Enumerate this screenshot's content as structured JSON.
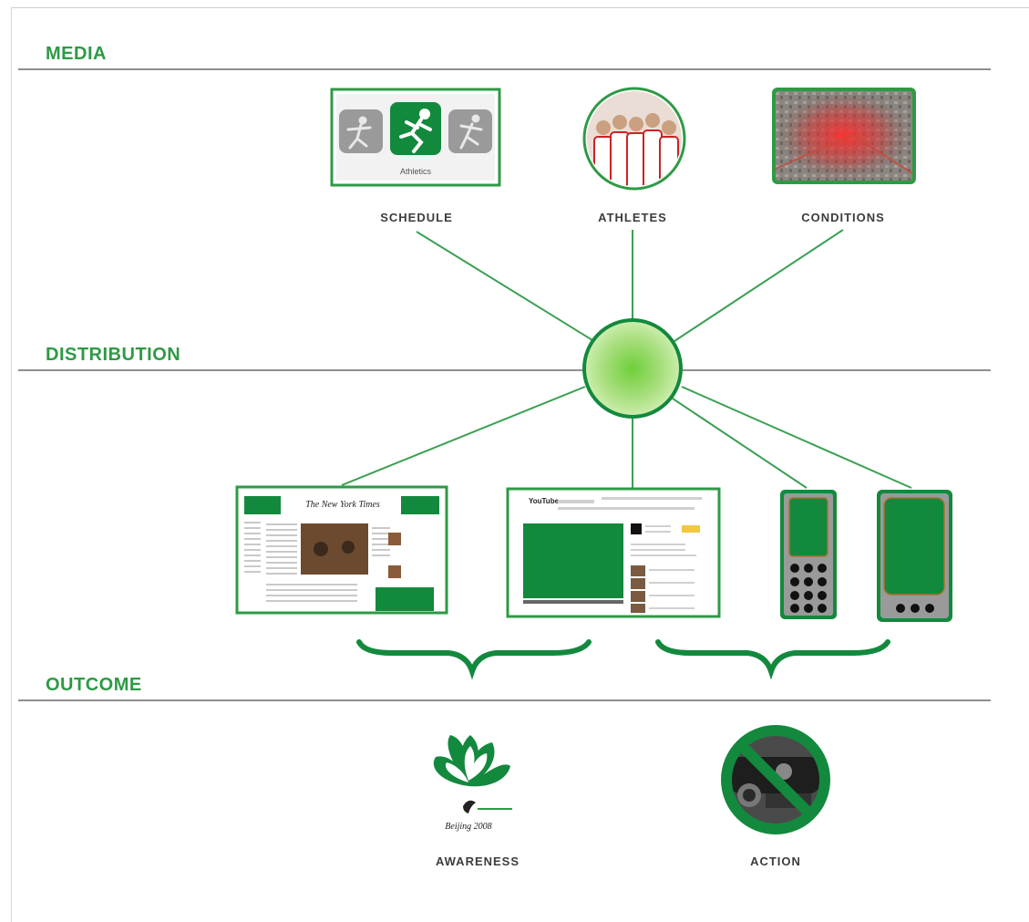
{
  "sections": {
    "media": "MEDIA",
    "distribution": "DISTRIBUTION",
    "outcome": "OUTCOME"
  },
  "media": {
    "schedule": {
      "label": "SCHEDULE",
      "caption": "Athletics"
    },
    "athletes": {
      "label": "ATHLETES"
    },
    "conditions": {
      "label": "CONDITIONS"
    }
  },
  "distribution_channels": {
    "newspaper_site": {
      "masthead": "The New York Times"
    },
    "video_site": {
      "logo": "YouTube"
    }
  },
  "outcome": {
    "awareness": {
      "label": "AWARENESS",
      "logo_text": "Beijing 2008"
    },
    "action": {
      "label": "ACTION"
    }
  },
  "colors": {
    "accent": "#2e9a45",
    "dark_green": "#13893d",
    "line": "#3aa052",
    "rule": "#8f8f8f"
  }
}
